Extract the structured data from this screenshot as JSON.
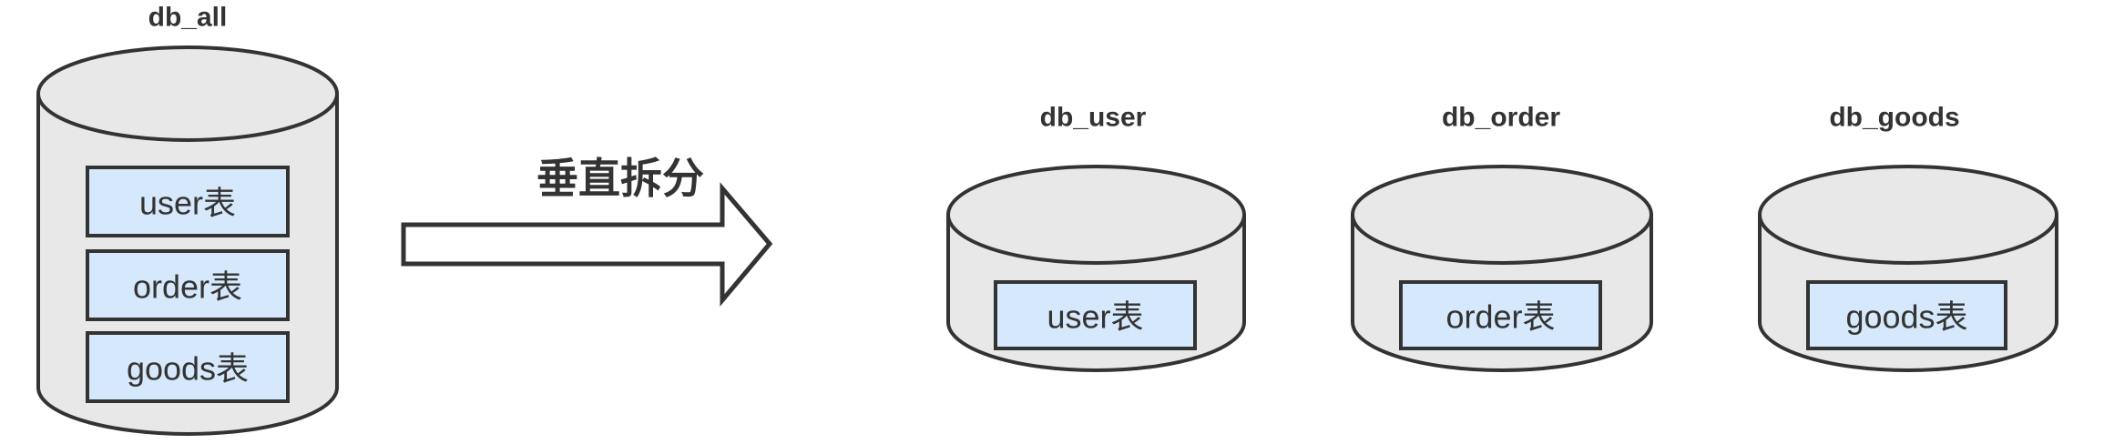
{
  "diagram": {
    "title_semantics": "database-vertical-split",
    "arrow_label": "垂直拆分",
    "source_db": {
      "name": "db_all",
      "tables": [
        "user表",
        "order表",
        "goods表"
      ]
    },
    "target_dbs": [
      {
        "name": "db_user",
        "table": "user表"
      },
      {
        "name": "db_order",
        "table": "order表"
      },
      {
        "name": "db_goods",
        "table": "goods表"
      }
    ],
    "colors": {
      "cylinder_fill": "#e8e8e8",
      "table_fill": "#d6e8fb",
      "stroke": "#333333",
      "arrow_fill": "#ffffff",
      "background": "#ffffff"
    }
  }
}
